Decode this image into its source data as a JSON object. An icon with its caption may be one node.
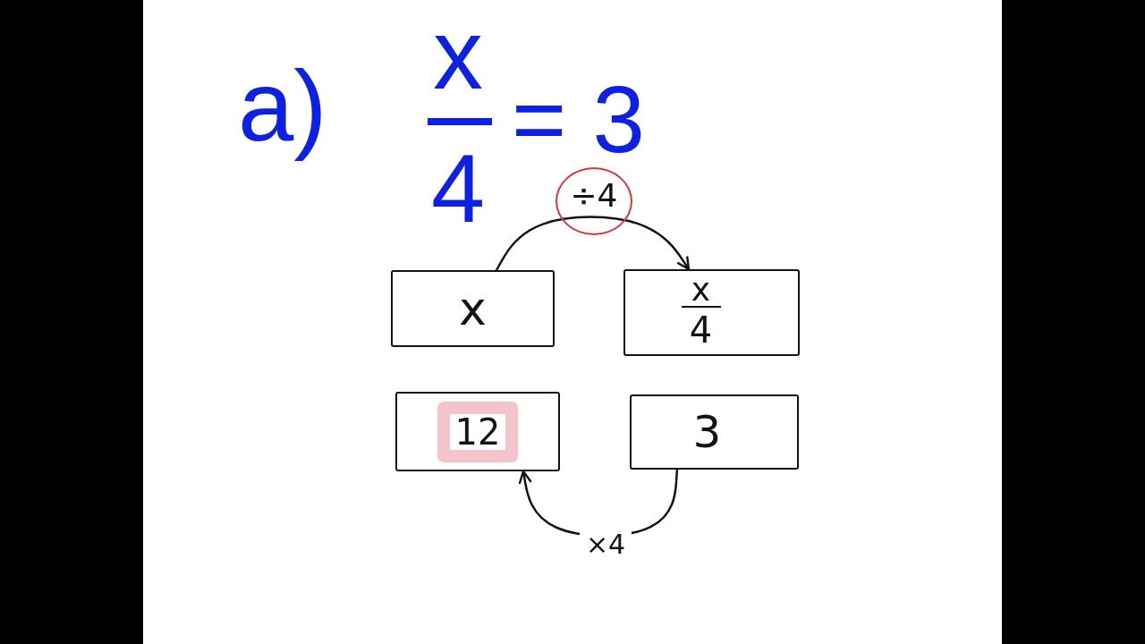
{
  "diagram": {
    "nodes": [
      {
        "text": [
          "x"
        ]
      },
      {
        "text": [
          "x",
          "4"
        ]
      },
      {
        "text": [
          "12"
        ]
      },
      {
        "text": [
          "3"
        ]
      }
    ],
    "edges": [
      {
        "from": 0,
        "to": 1,
        "arrow": "to",
        "label": "÷4"
      },
      {
        "from": 3,
        "to": 2,
        "arrow": "to",
        "label": "×4"
      }
    ],
    "labels": [
      "a)",
      "x",
      "4",
      "= 3"
    ]
  }
}
